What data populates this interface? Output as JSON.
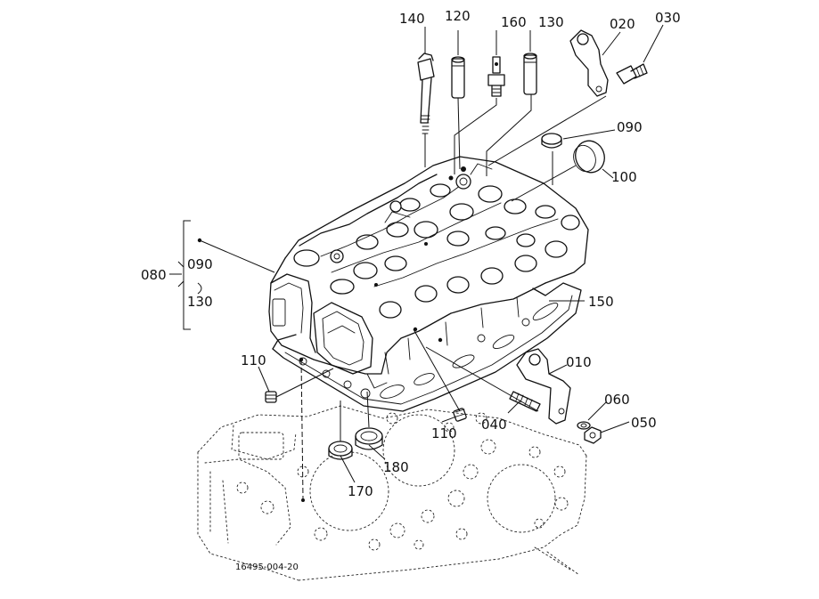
{
  "diagram": {
    "figure_id": "16495-004-20",
    "callouts": {
      "c140": "140",
      "c120": "120",
      "c160": "160",
      "c130": "130",
      "c020": "020",
      "c030": "030",
      "c090_top": "090",
      "c100": "100",
      "c080": "080",
      "c090_group": "090",
      "c130_group": "130",
      "c150": "150",
      "c110_left": "110",
      "c110_right": "110",
      "c010": "010",
      "c040": "040",
      "c060": "060",
      "c050": "050",
      "c180": "180",
      "c170": "170"
    }
  }
}
